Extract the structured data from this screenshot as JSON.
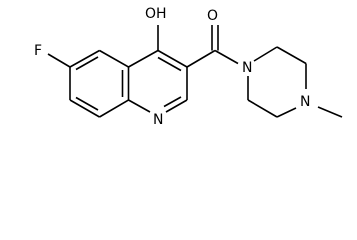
{
  "molecule": {
    "atoms": {
      "hydroxyl": "OH",
      "carbonyl_oxygen": "O",
      "fluorine": "F",
      "quinoline_nitrogen": "N",
      "piperazine_nitrogen_amide": "N",
      "piperazine_nitrogen_methyl": "N"
    }
  }
}
